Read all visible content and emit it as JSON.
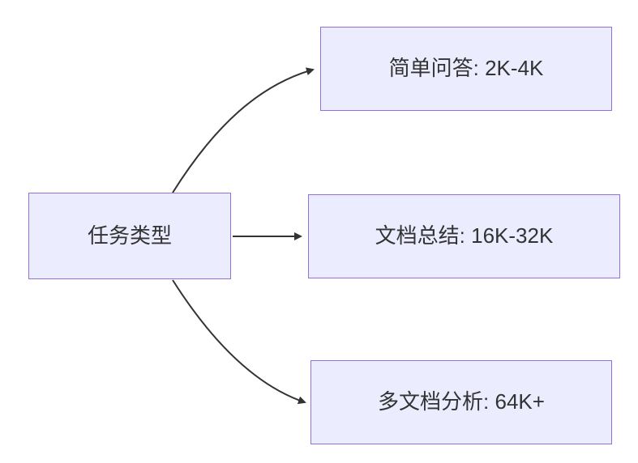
{
  "diagram": {
    "type": "flowchart",
    "direction": "left-to-right",
    "root": {
      "label": "任务类型"
    },
    "nodes": [
      {
        "id": "simple-qa",
        "label": "简单问答: 2K-4K"
      },
      {
        "id": "doc-summary",
        "label": "文档总结: 16K-32K"
      },
      {
        "id": "multi-doc",
        "label": "多文档分析: 64K+"
      }
    ],
    "edges": [
      {
        "from": "任务类型",
        "to": "简单问答: 2K-4K"
      },
      {
        "from": "任务类型",
        "to": "文档总结: 16K-32K"
      },
      {
        "from": "任务类型",
        "to": "多文档分析: 64K+"
      }
    ],
    "colors": {
      "node_fill": "#ECECFF",
      "node_border": "#9370DB",
      "arrow": "#333333",
      "text": "#333333",
      "background": "#FFFFFF"
    }
  }
}
